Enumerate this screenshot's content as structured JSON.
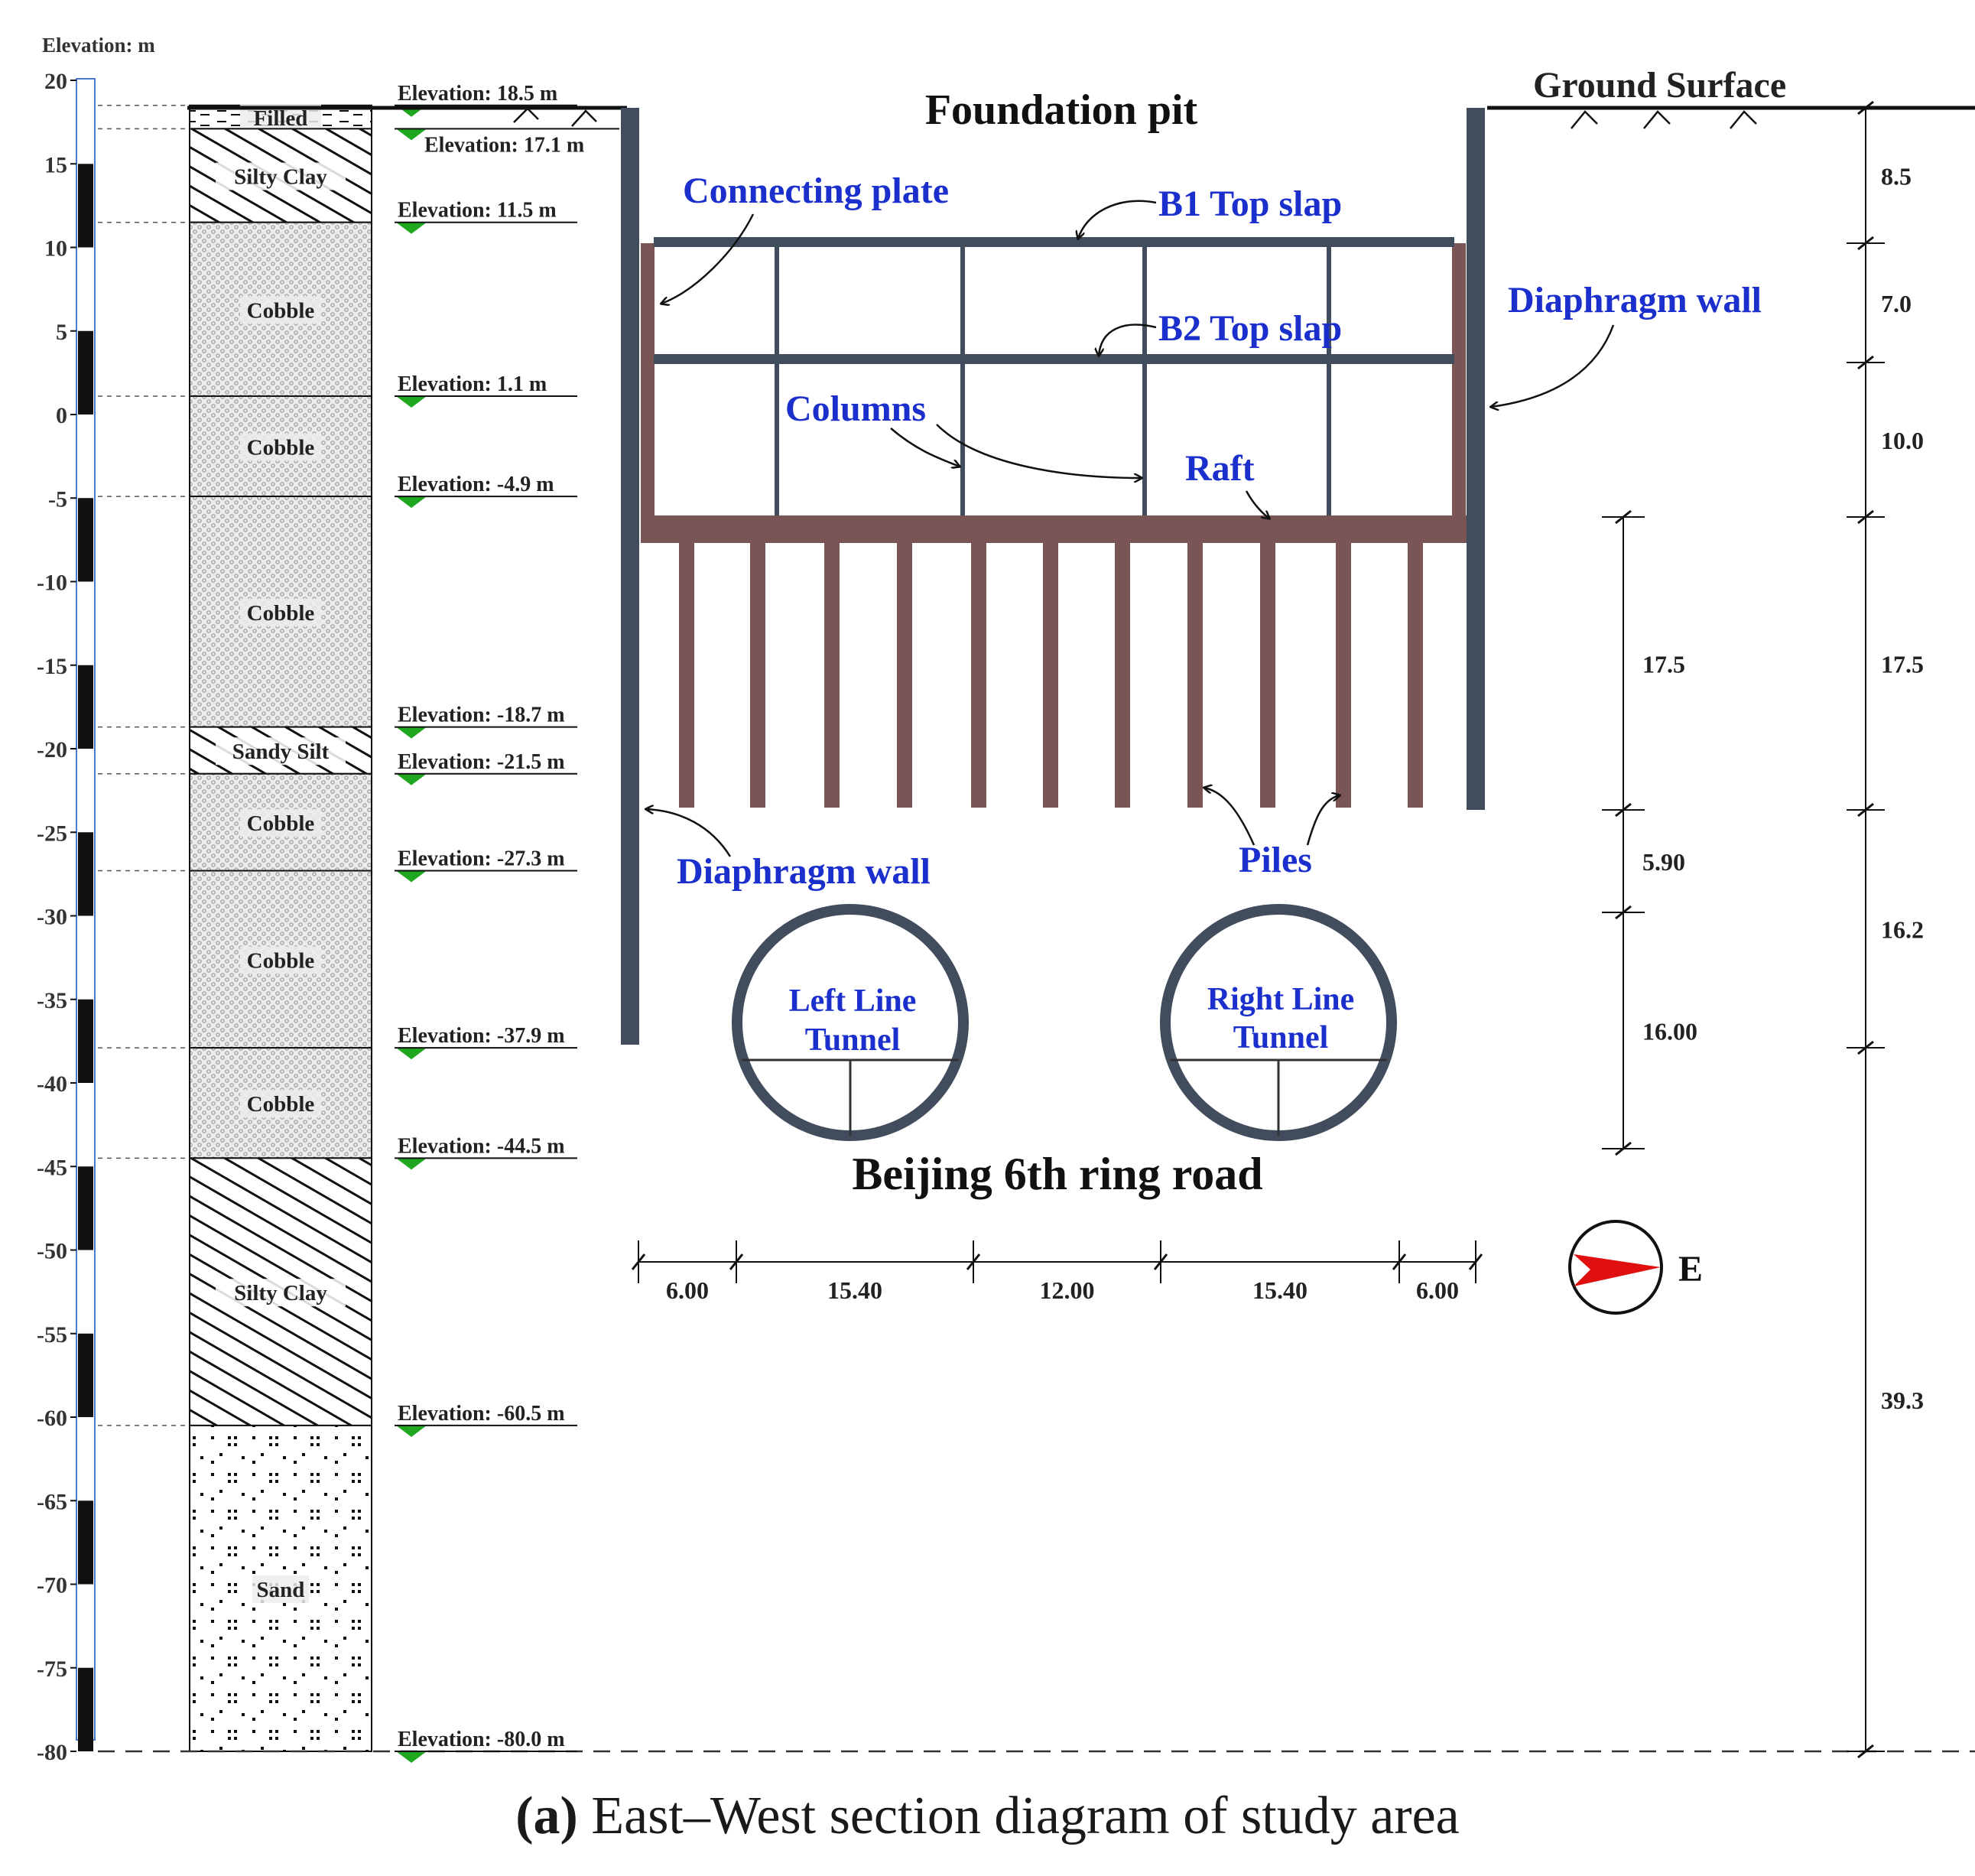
{
  "axis": {
    "title": "Elevation: m",
    "ticks": [
      "20",
      "15",
      "10",
      "5",
      "0",
      "-5",
      "-10",
      "-15",
      "-20",
      "-25",
      "-30",
      "-35",
      "-40",
      "-45",
      "-50",
      "-55",
      "-60",
      "-65",
      "-70",
      "-75",
      "-80"
    ]
  },
  "strata": [
    {
      "name": "Filled",
      "top": 18.5,
      "bottom": 17.1,
      "pattern": "filled"
    },
    {
      "name": "Silty Clay",
      "top": 17.1,
      "bottom": 11.5,
      "pattern": "hatch"
    },
    {
      "name": "Cobble",
      "top": 11.5,
      "bottom": 1.1,
      "pattern": "cobble"
    },
    {
      "name": "Cobble",
      "top": 1.1,
      "bottom": -4.9,
      "pattern": "cobble"
    },
    {
      "name": "Cobble",
      "top": -4.9,
      "bottom": -18.7,
      "pattern": "cobble"
    },
    {
      "name": "Sandy Silt",
      "top": -18.7,
      "bottom": -21.5,
      "pattern": "hatch"
    },
    {
      "name": "Cobble",
      "top": -21.5,
      "bottom": -27.3,
      "pattern": "cobble"
    },
    {
      "name": "Cobble",
      "top": -27.3,
      "bottom": -37.9,
      "pattern": "cobble"
    },
    {
      "name": "Cobble",
      "top": -37.9,
      "bottom": -44.5,
      "pattern": "cobble"
    },
    {
      "name": "Silty Clay",
      "top": -44.5,
      "bottom": -60.5,
      "pattern": "hatch"
    },
    {
      "name": "Sand",
      "top": -60.5,
      "bottom": -80.0,
      "pattern": "sand"
    }
  ],
  "elevation_labels": [
    {
      "text": "Elevation: 18.5 m",
      "value": 18.5
    },
    {
      "text": "Elevation: 17.1 m",
      "value": 17.1
    },
    {
      "text": "Elevation: 11.5 m",
      "value": 11.5
    },
    {
      "text": "Elevation: 1.1 m",
      "value": 1.1
    },
    {
      "text": "Elevation: -4.9 m",
      "value": -4.9
    },
    {
      "text": "Elevation: -18.7 m",
      "value": -18.7
    },
    {
      "text": "Elevation: -21.5 m",
      "value": -21.5
    },
    {
      "text": "Elevation: -27.3 m",
      "value": -27.3
    },
    {
      "text": "Elevation: -37.9 m",
      "value": -37.9
    },
    {
      "text": "Elevation: -44.5 m",
      "value": -44.5
    },
    {
      "text": "Elevation: -60.5 m",
      "value": -60.5
    },
    {
      "text": "Elevation: -80.0 m",
      "value": -80.0
    }
  ],
  "labels": {
    "foundation_pit": "Foundation pit",
    "ground_surface": "Ground Surface",
    "connecting_plate": "Connecting plate",
    "b1_top_slap": "B1 Top slap",
    "b2_top_slap": "B2 Top slap",
    "diaphragm_wall_right": "Diaphragm wall",
    "diaphragm_wall_left": "Diaphragm wall",
    "columns": "Columns",
    "raft": "Raft",
    "piles": "Piles",
    "left_tunnel_1": "Left Line",
    "left_tunnel_2": "Tunnel",
    "right_tunnel_1": "Right Line",
    "right_tunnel_2": "Tunnel",
    "ring_road": "Beijing 6th ring road",
    "compass": "E"
  },
  "horizontal_dims": [
    "6.00",
    "15.40",
    "12.00",
    "15.40",
    "6.00"
  ],
  "inner_vertical_dims": [
    "17.5",
    "5.90",
    "16.00"
  ],
  "outer_vertical_dims": [
    "8.5",
    "7.0",
    "10.0",
    "17.5",
    "16.2",
    "39.3"
  ],
  "caption": {
    "letter": "(a)",
    "text": " East–West section diagram of study area"
  },
  "colors": {
    "label_blue": "#1a2fcc",
    "steel": "#414c5c",
    "concrete": "#7a5556",
    "marker_green": "#1fa81f",
    "compass_red": "#e01010"
  }
}
